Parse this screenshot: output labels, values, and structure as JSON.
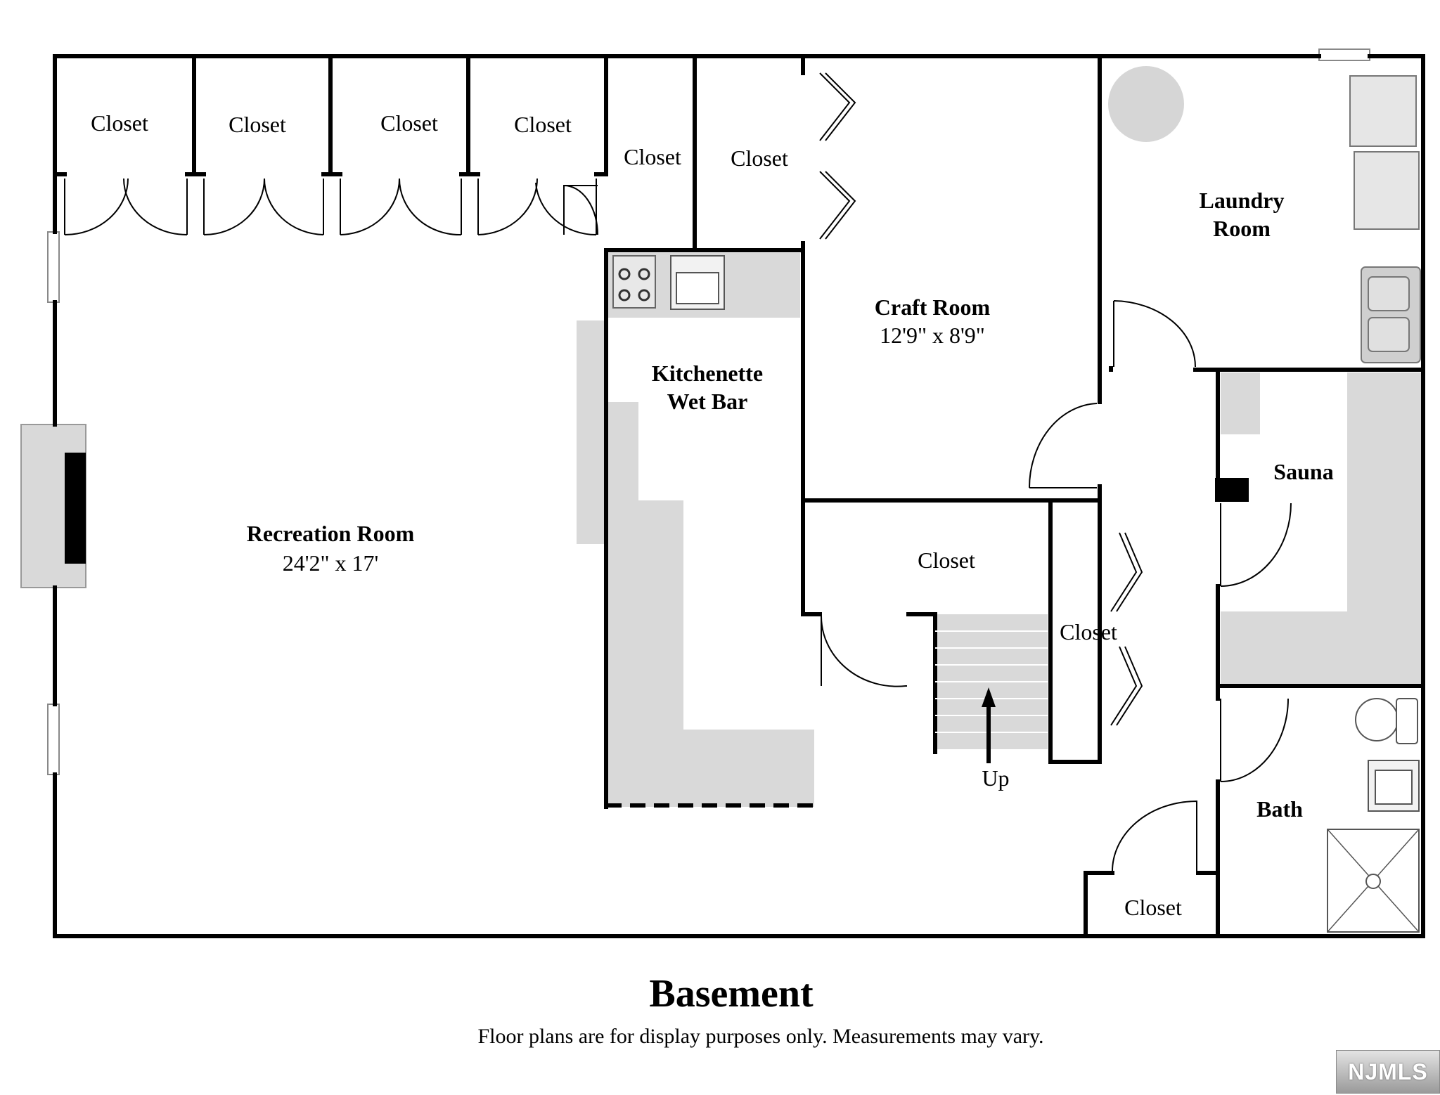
{
  "rooms": {
    "closet_1": "Closet",
    "closet_2": "Closet",
    "closet_3": "Closet",
    "closet_4": "Closet",
    "closet_5": "Closet",
    "closet_6": "Closet",
    "closet_stair": "Closet",
    "closet_hall": "Closet",
    "closet_bottom": "Closet",
    "laundry_line1": "Laundry",
    "laundry_line2": "Room",
    "craft_name": "Craft Room",
    "craft_dim": "12'9\" x 8'9\"",
    "kitchen_line1": "Kitchenette",
    "kitchen_line2": "Wet Bar",
    "rec_name": "Recreation Room",
    "rec_dim": "24'2\" x 17'",
    "sauna": "Sauna",
    "bath": "Bath",
    "stairs": "Up"
  },
  "footer": {
    "title": "Basement",
    "disclaimer": "Floor plans are for display purposes only. Measurements may vary."
  },
  "logo": {
    "text": "NJMLS"
  },
  "colors": {
    "wall": "#000000",
    "fixture_fill": "#d9d9d9",
    "background": "#ffffff"
  }
}
